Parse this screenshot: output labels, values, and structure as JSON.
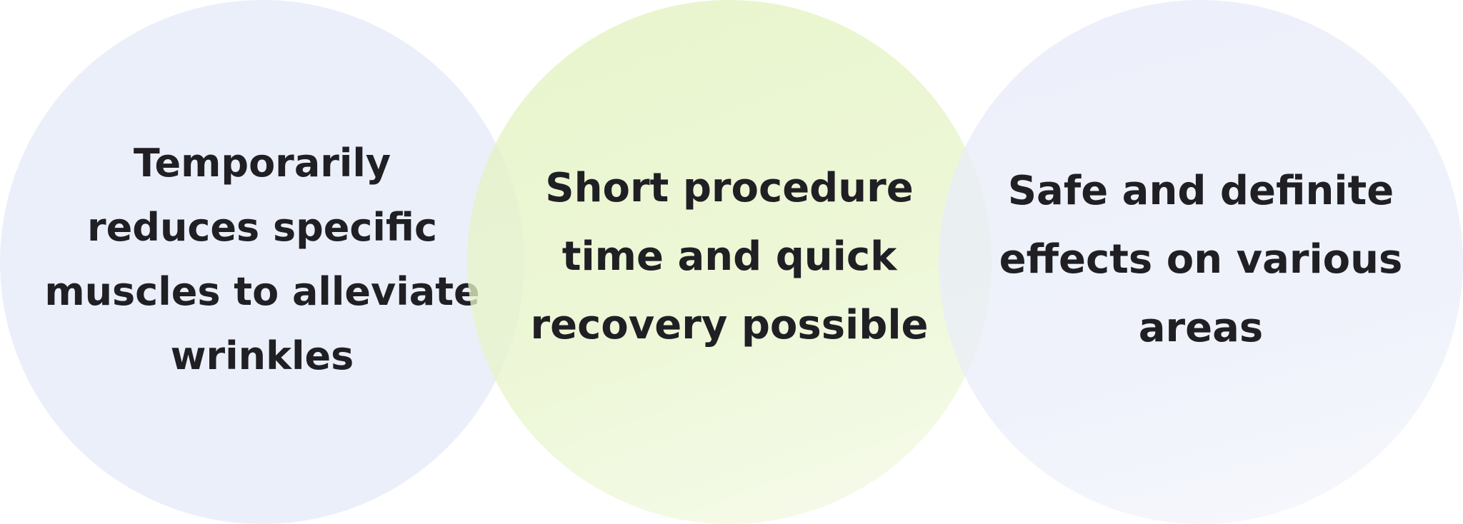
{
  "circles": [
    {
      "label": "Temporarily reduces specific muscles to alleviate wrinkles",
      "color": "#eceff9"
    },
    {
      "label": "Short procedure time and quick recovery possible",
      "color": "#e6f3c6"
    },
    {
      "label": "Safe and definite effects on various areas",
      "color": "#eceff9"
    }
  ]
}
